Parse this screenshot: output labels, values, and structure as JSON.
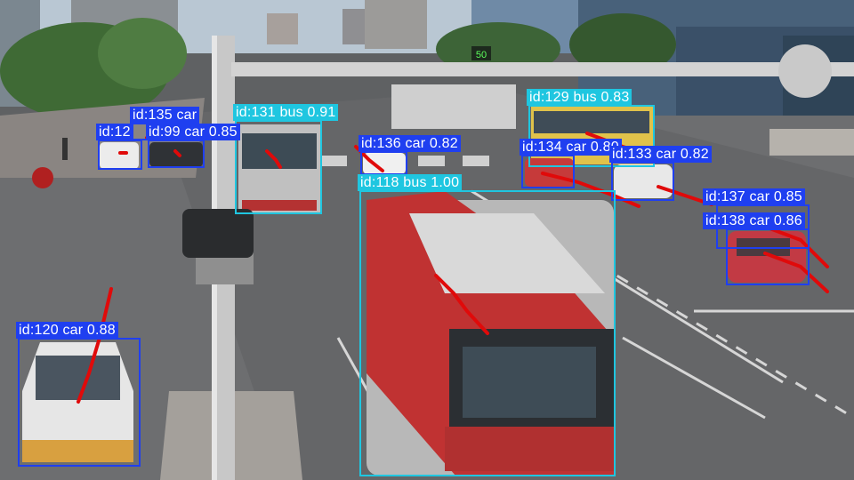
{
  "video_frame": {
    "description_hidden": true
  },
  "scene_signs": {
    "speed_sign": "50"
  },
  "colors": {
    "car_box": "#1f3ff0",
    "bus_box": "#1fc6e0",
    "track_trail": "#e00a0a",
    "label_text": "#ffffff"
  },
  "detections": [
    {
      "id_label": "id:135 car",
      "class": "car"
    },
    {
      "id_label": "id:131 bus 0.91",
      "class": "bus"
    },
    {
      "id_label": "id:12",
      "class": "car"
    },
    {
      "id_label": "id:99 car 0.85",
      "class": "car"
    },
    {
      "id_label": "id:129 bus 0.83",
      "class": "bus"
    },
    {
      "id_label": "id:136 car 0.82",
      "class": "car"
    },
    {
      "id_label": "id:134 car 0.80",
      "class": "car"
    },
    {
      "id_label": "id:133 car 0.82",
      "class": "car"
    },
    {
      "id_label": "id:118 bus 1.00",
      "class": "bus"
    },
    {
      "id_label": "id:137 car 0.85",
      "class": "car"
    },
    {
      "id_label": "id:138 car 0.86",
      "class": "car"
    },
    {
      "id_label": "id:120 car 0.88",
      "class": "car"
    }
  ]
}
